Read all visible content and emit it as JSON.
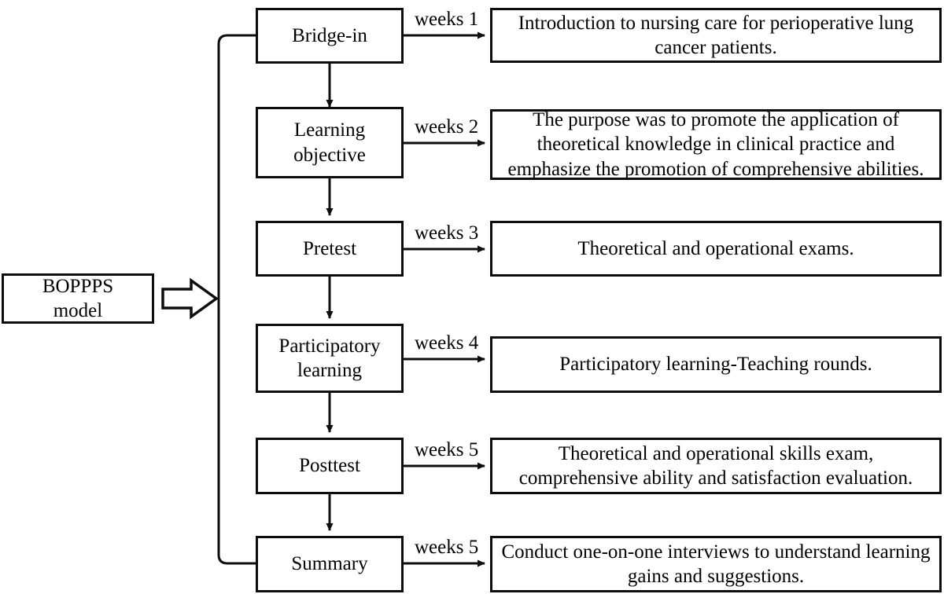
{
  "figure": {
    "title": "BOPPPS model teaching flow diagram",
    "model": {
      "line1": "BOPPPS",
      "line2": "model"
    },
    "arrow_icon": "block-arrow-right-icon",
    "stages": [
      {
        "id": "bridge-in",
        "label": "Bridge-in",
        "week_label": "weeks 1",
        "detail": "Introduction to nursing care for perioperative lung cancer patients."
      },
      {
        "id": "learning-objective",
        "label": "Learning objective",
        "week_label": "weeks 2",
        "detail": "The purpose was to promote the application of theoretical knowledge in clinical practice and emphasize the promotion of comprehensive abilities."
      },
      {
        "id": "pretest",
        "label": "Pretest",
        "week_label": "weeks 3",
        "detail": "Theoretical and operational exams."
      },
      {
        "id": "participatory-learning",
        "label": "Participatory learning",
        "week_label": "weeks 4",
        "detail": "Participatory learning-Teaching rounds."
      },
      {
        "id": "posttest",
        "label": "Posttest",
        "week_label": "weeks 5",
        "detail": "Theoretical and operational skills exam, comprehensive ability and satisfaction evaluation."
      },
      {
        "id": "summary",
        "label": "Summary",
        "week_label": "weeks 5",
        "detail": "Conduct one-on-one interviews to understand learning gains and suggestions."
      }
    ],
    "colors": {
      "stroke": "#0d0d0d",
      "background": "#ffffff",
      "text": "#000000"
    }
  }
}
